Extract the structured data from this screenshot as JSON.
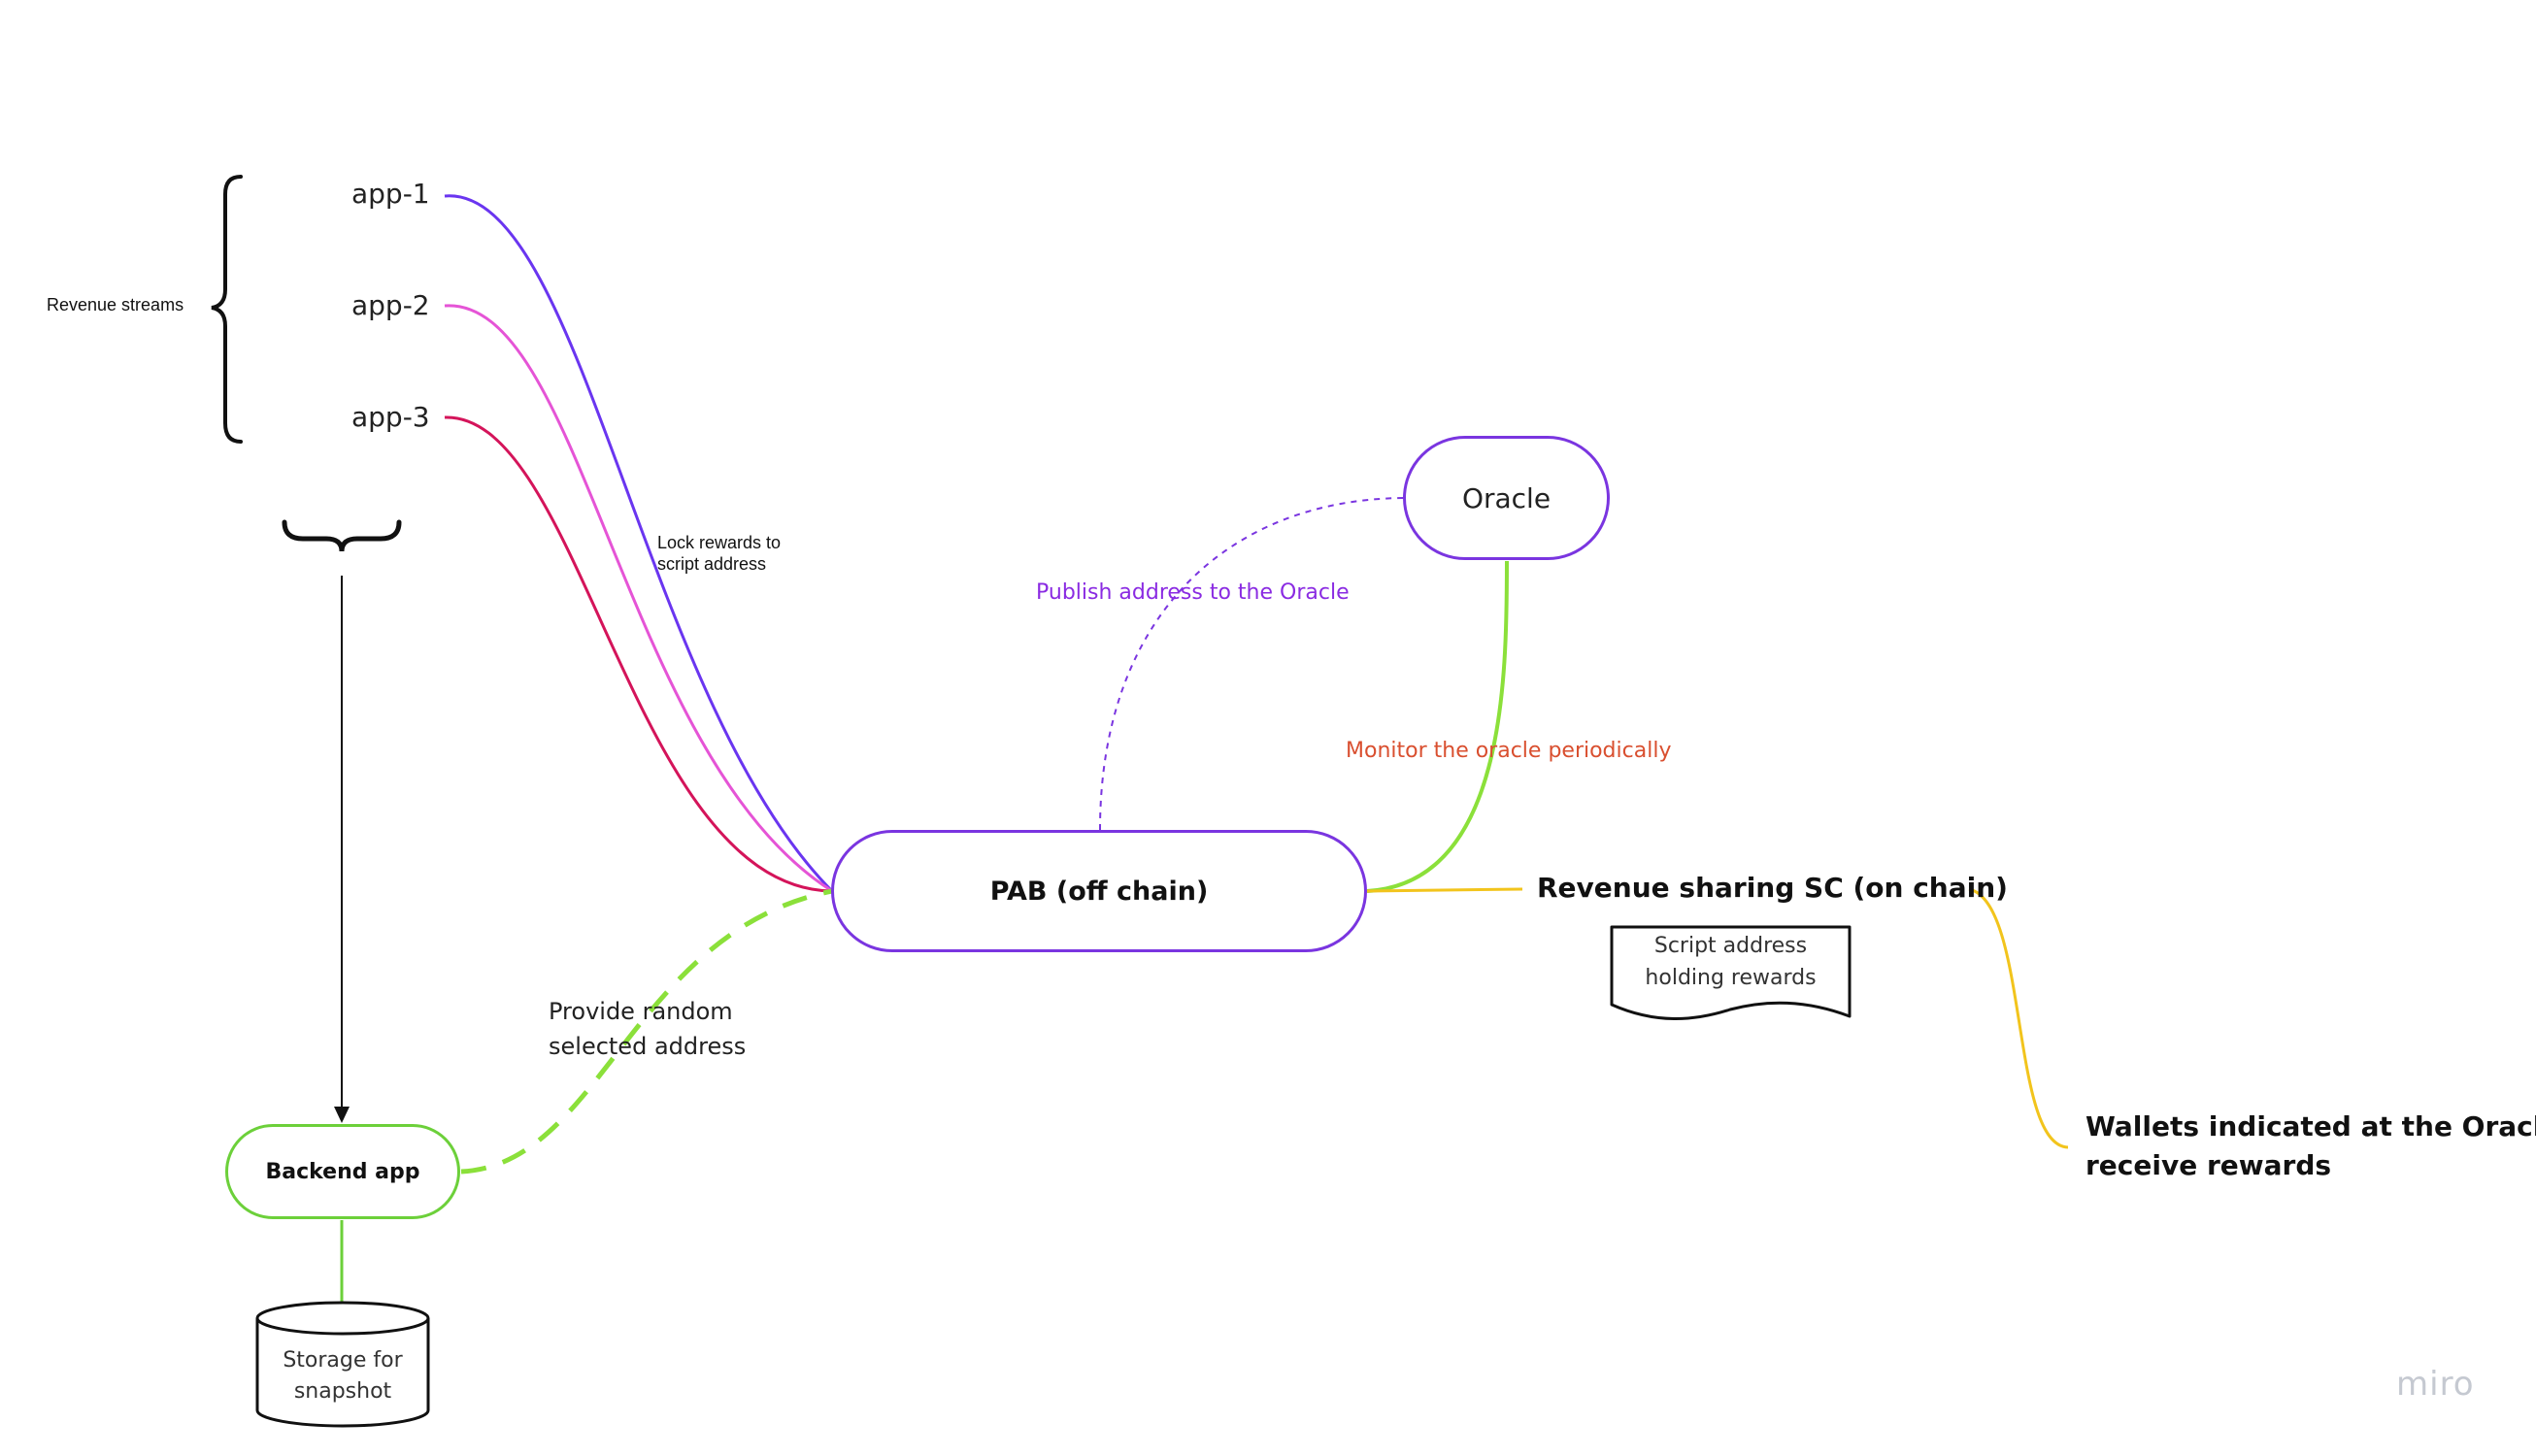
{
  "diagram": {
    "apps": [
      "app-1",
      "app-2",
      "app-3"
    ],
    "revenue_streams_label": "Revenue streams",
    "lock_rewards_label": "Lock rewards to\nscript address",
    "oracle_label": "Oracle",
    "publish_label": "Publish address to the Oracle",
    "monitor_label": "Monitor the oracle periodically",
    "pab_label": "PAB (off chain)",
    "revenue_sc_label": "Revenue sharing SC (on chain)",
    "script_address_label": "Script address\nholding rewards",
    "provide_label": "Provide random\nselected address",
    "backend_label": "Backend app",
    "storage_label": "Storage for\nsnapshot",
    "wallets_label": "Wallets indicated at the Oracle\nreceive rewards",
    "watermark": "miro"
  },
  "colors": {
    "app1": "#6a35f0",
    "app2": "#e554d6",
    "app3": "#d4145a",
    "purple_node": "#7a35e0",
    "green": "#8be03a",
    "green_border": "#6cd03a",
    "yellow": "#f2c41c",
    "monitor_text": "#d94f2f",
    "publish_text": "#8a2be2"
  }
}
